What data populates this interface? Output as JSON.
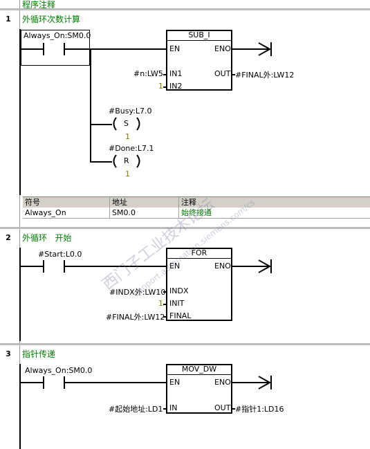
{
  "header": {
    "program_comment": "程序注释"
  },
  "networks": [
    {
      "number": "1",
      "title": "外循环次数计算",
      "contact": "Always_On:SM0.0",
      "block": {
        "name": "SUB_I",
        "en": "EN",
        "eno": "ENO",
        "in1_label": "IN1",
        "in1_value": "#n:LW5",
        "in2_label": "IN2",
        "in2_value": "1",
        "out_label": "OUT",
        "out_value": "#FINAL外:LW12"
      },
      "coil1": {
        "symbol": "#Busy:L7.0",
        "type": "S",
        "count": "1"
      },
      "coil2": {
        "symbol": "#Done:L7.1",
        "type": "R",
        "count": "1"
      },
      "symbol_table": {
        "headers": [
          "符号",
          "地址",
          "注释"
        ],
        "rows": [
          {
            "symbol": "Always_On",
            "address": "SM0.0",
            "comment": "始终接通"
          }
        ]
      }
    },
    {
      "number": "2",
      "title": "外循环   开始",
      "contact": "#Start:L0.0",
      "block": {
        "name": "FOR",
        "en": "EN",
        "eno": "ENO",
        "indx_label": "INDX",
        "indx_value": "#INDX外:LW10",
        "init_label": "INIT",
        "init_value": "1",
        "final_label": "FINAL",
        "final_value": "#FINAL外:LW12"
      }
    },
    {
      "number": "3",
      "title": "指针传递",
      "contact": "Always_On:SM0.0",
      "block": {
        "name": "MOV_DW",
        "en": "EN",
        "eno": "ENO",
        "in_label": "IN",
        "in_value": "#起始地址:LD1",
        "out_label": "OUT",
        "out_value": "#指针1:LD16"
      }
    }
  ],
  "watermark": {
    "main": "西门子工业技术论坛",
    "sub": "support.automation.siemens.com/cs"
  }
}
